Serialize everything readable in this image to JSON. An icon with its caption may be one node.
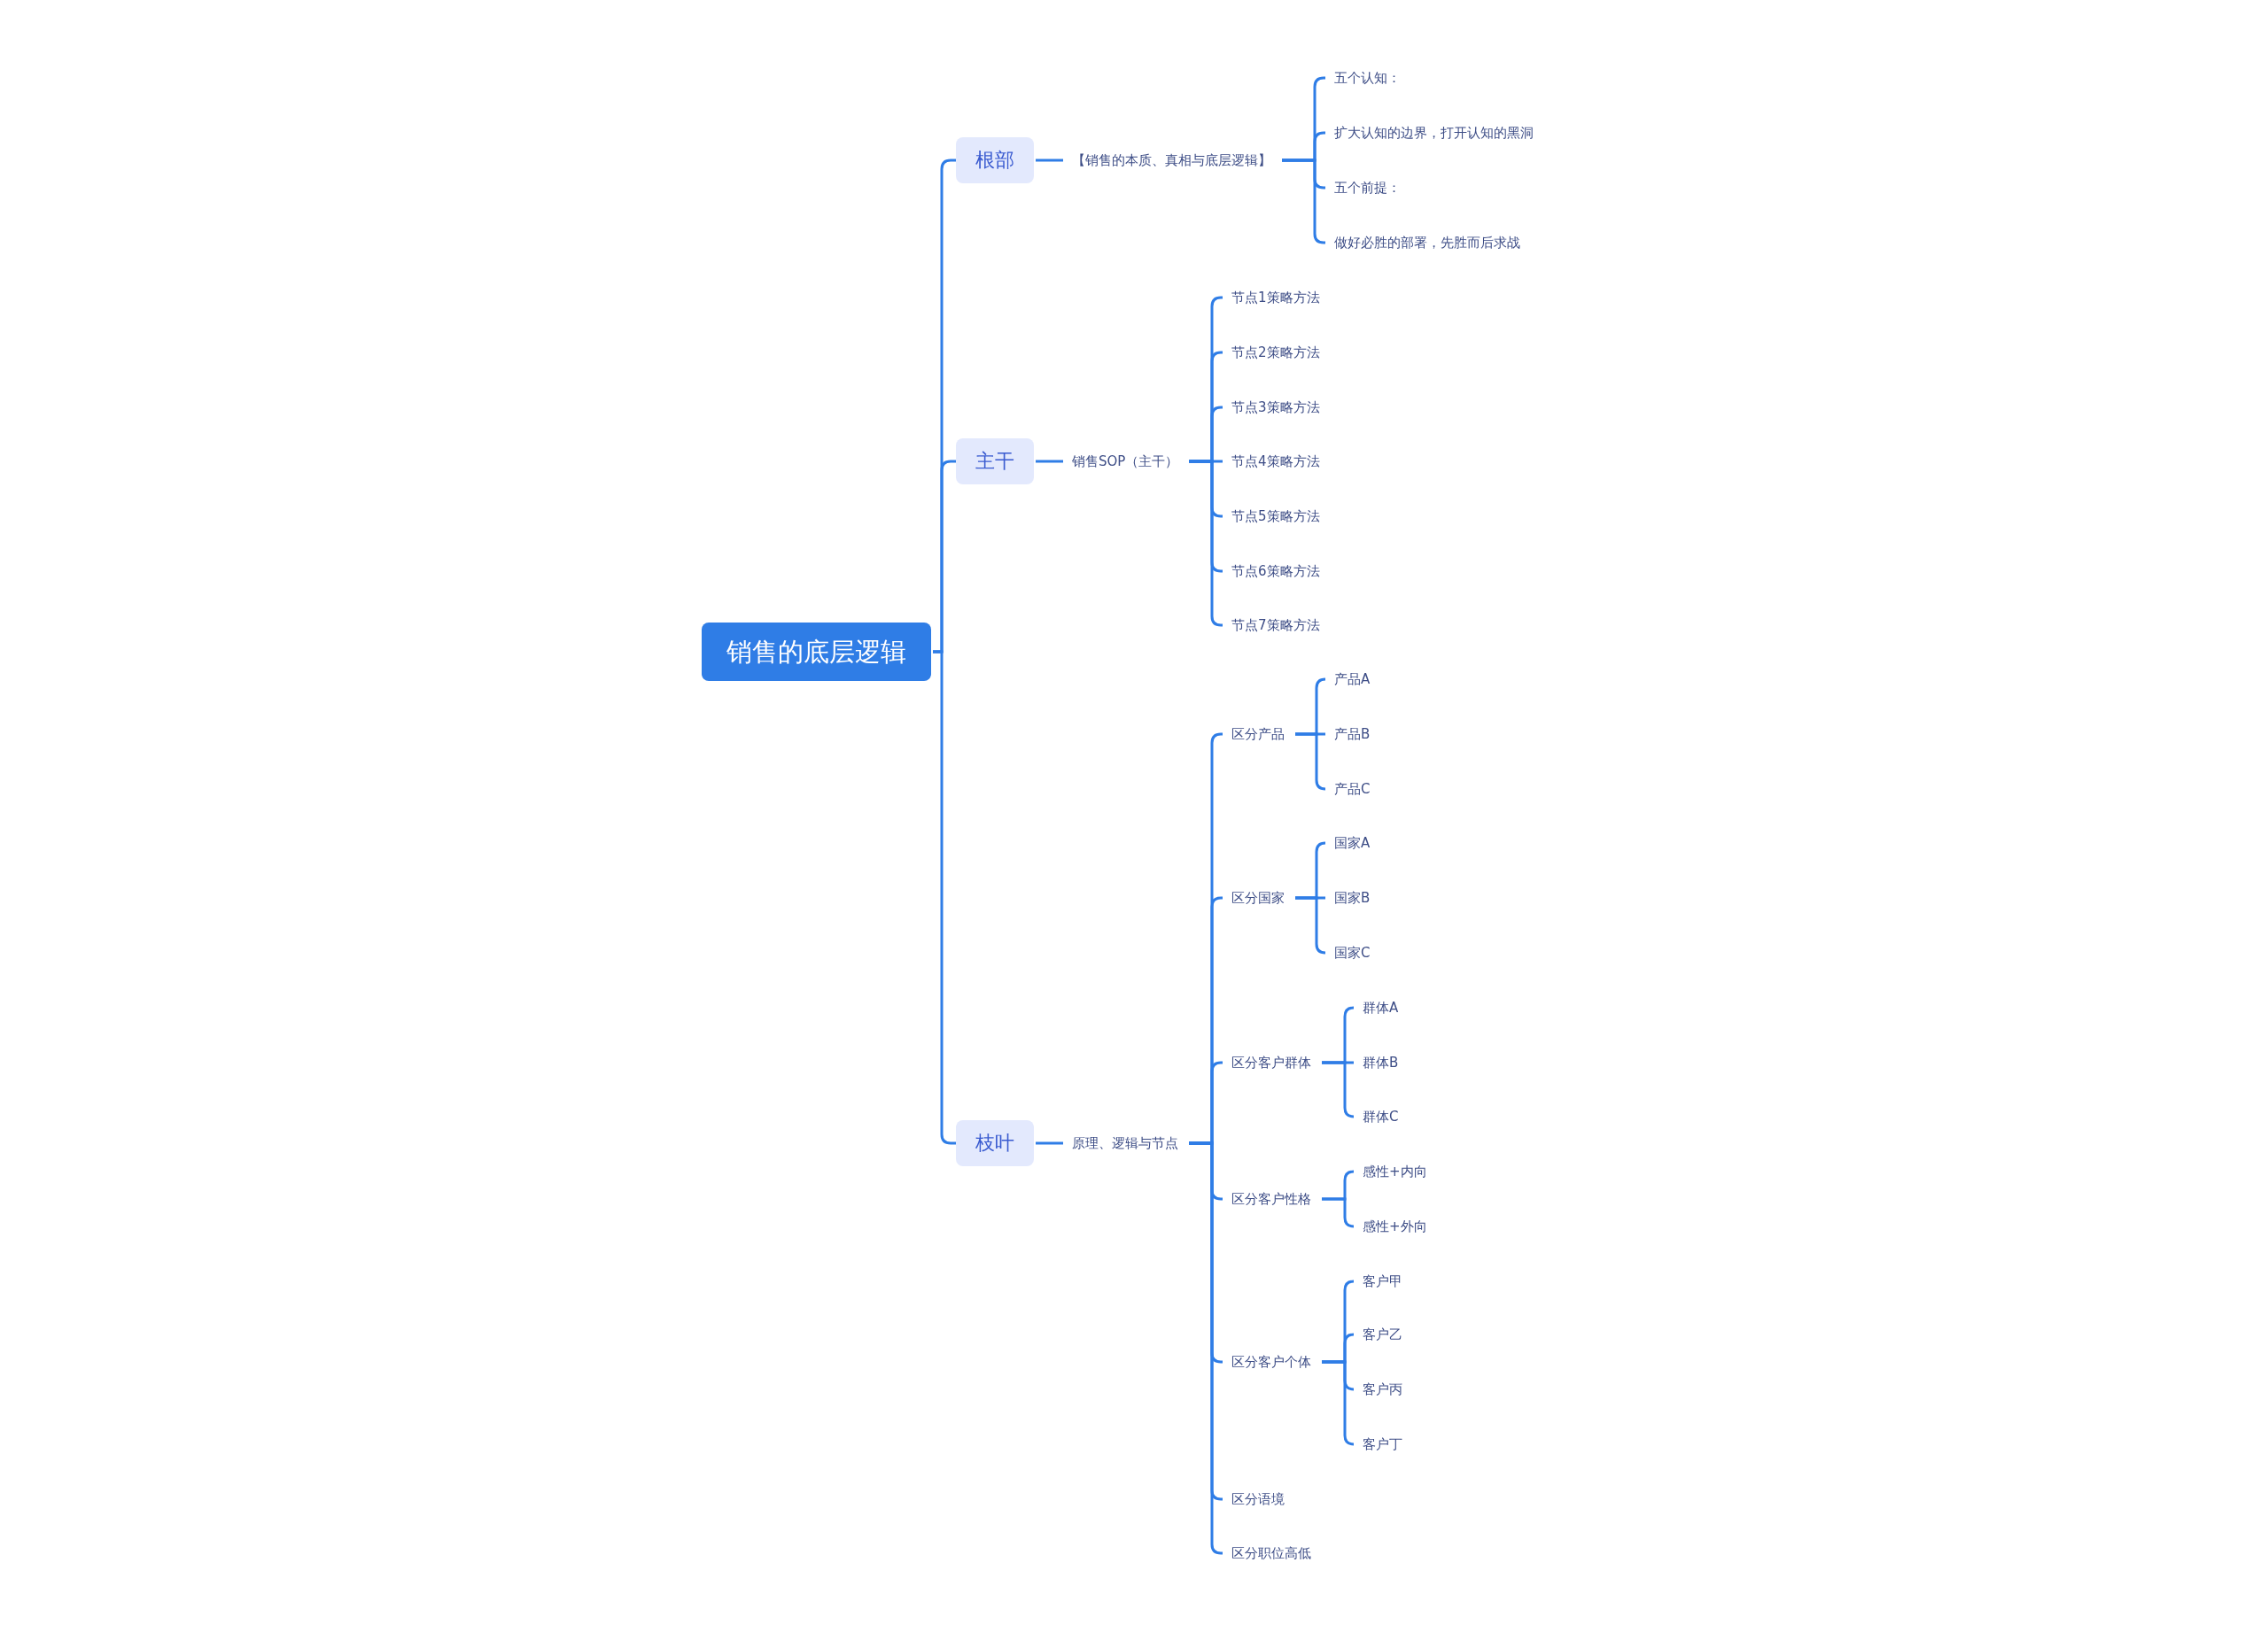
{
  "diagram": {
    "nodes": [
      {
        "text": [
          "销售的底层逻辑"
        ]
      },
      {
        "text": [
          "根部"
        ]
      },
      {
        "text": [
          "主干"
        ]
      },
      {
        "text": [
          "枝叶"
        ]
      },
      {
        "text": [
          "【销售的本质、真相与底层逻辑】"
        ]
      },
      {
        "text": [
          "五个认知："
        ]
      },
      {
        "text": [
          "扩大认知的边界，打开认知的黑洞"
        ]
      },
      {
        "text": [
          "五个前提："
        ]
      },
      {
        "text": [
          "做好必胜的部署，先胜而后求战"
        ]
      },
      {
        "text": [
          "销售SOP（主干）"
        ]
      },
      {
        "text": [
          "节点1策略方法"
        ]
      },
      {
        "text": [
          "节点2策略方法"
        ]
      },
      {
        "text": [
          "节点3策略方法"
        ]
      },
      {
        "text": [
          "节点4策略方法"
        ]
      },
      {
        "text": [
          "节点5策略方法"
        ]
      },
      {
        "text": [
          "节点6策略方法"
        ]
      },
      {
        "text": [
          "节点7策略方法"
        ]
      },
      {
        "text": [
          "原理、逻辑与节点"
        ]
      },
      {
        "text": [
          "区分产品"
        ]
      },
      {
        "text": [
          "产品A"
        ]
      },
      {
        "text": [
          "产品B"
        ]
      },
      {
        "text": [
          "产品C"
        ]
      },
      {
        "text": [
          "区分国家"
        ]
      },
      {
        "text": [
          "国家A"
        ]
      },
      {
        "text": [
          "国家B"
        ]
      },
      {
        "text": [
          "国家C"
        ]
      },
      {
        "text": [
          "区分客户群体"
        ]
      },
      {
        "text": [
          "群体A"
        ]
      },
      {
        "text": [
          "群体B"
        ]
      },
      {
        "text": [
          "群体C"
        ]
      },
      {
        "text": [
          "区分客户性格"
        ]
      },
      {
        "text": [
          "感性+内向"
        ]
      },
      {
        "text": [
          "感性+外向"
        ]
      },
      {
        "text": [
          "区分客户个体"
        ]
      },
      {
        "text": [
          "客户甲"
        ]
      },
      {
        "text": [
          "客户乙"
        ]
      },
      {
        "text": [
          "客户丙"
        ]
      },
      {
        "text": [
          "客户丁"
        ]
      },
      {
        "text": [
          "区分语境"
        ]
      },
      {
        "text": [
          "区分职位高低"
        ]
      }
    ],
    "edges": [
      {
        "from": 0,
        "to": 1,
        "arrow": "none"
      },
      {
        "from": 0,
        "to": 2,
        "arrow": "none"
      },
      {
        "from": 0,
        "to": 3,
        "arrow": "none"
      },
      {
        "from": 1,
        "to": 4,
        "arrow": "none"
      },
      {
        "from": 4,
        "to": 5,
        "arrow": "none"
      },
      {
        "from": 4,
        "to": 6,
        "arrow": "none"
      },
      {
        "from": 4,
        "to": 7,
        "arrow": "none"
      },
      {
        "from": 4,
        "to": 8,
        "arrow": "none"
      },
      {
        "from": 2,
        "to": 9,
        "arrow": "none"
      },
      {
        "from": 9,
        "to": 10,
        "arrow": "none"
      },
      {
        "from": 9,
        "to": 11,
        "arrow": "none"
      },
      {
        "from": 9,
        "to": 12,
        "arrow": "none"
      },
      {
        "from": 9,
        "to": 13,
        "arrow": "none"
      },
      {
        "from": 9,
        "to": 14,
        "arrow": "none"
      },
      {
        "from": 9,
        "to": 15,
        "arrow": "none"
      },
      {
        "from": 9,
        "to": 16,
        "arrow": "none"
      },
      {
        "from": 3,
        "to": 17,
        "arrow": "none"
      },
      {
        "from": 17,
        "to": 18,
        "arrow": "none"
      },
      {
        "from": 18,
        "to": 19,
        "arrow": "none"
      },
      {
        "from": 18,
        "to": 20,
        "arrow": "none"
      },
      {
        "from": 18,
        "to": 21,
        "arrow": "none"
      },
      {
        "from": 17,
        "to": 22,
        "arrow": "none"
      },
      {
        "from": 22,
        "to": 23,
        "arrow": "none"
      },
      {
        "from": 22,
        "to": 24,
        "arrow": "none"
      },
      {
        "from": 22,
        "to": 25,
        "arrow": "none"
      },
      {
        "from": 17,
        "to": 26,
        "arrow": "none"
      },
      {
        "from": 26,
        "to": 27,
        "arrow": "none"
      },
      {
        "from": 26,
        "to": 28,
        "arrow": "none"
      },
      {
        "from": 26,
        "to": 29,
        "arrow": "none"
      },
      {
        "from": 17,
        "to": 30,
        "arrow": "none"
      },
      {
        "from": 30,
        "to": 31,
        "arrow": "none"
      },
      {
        "from": 30,
        "to": 32,
        "arrow": "none"
      },
      {
        "from": 17,
        "to": 33,
        "arrow": "none"
      },
      {
        "from": 33,
        "to": 34,
        "arrow": "none"
      },
      {
        "from": 33,
        "to": 35,
        "arrow": "none"
      },
      {
        "from": 33,
        "to": 36,
        "arrow": "none"
      },
      {
        "from": 33,
        "to": 37,
        "arrow": "none"
      },
      {
        "from": 17,
        "to": 38,
        "arrow": "none"
      },
      {
        "from": 17,
        "to": 39,
        "arrow": "none"
      }
    ]
  }
}
